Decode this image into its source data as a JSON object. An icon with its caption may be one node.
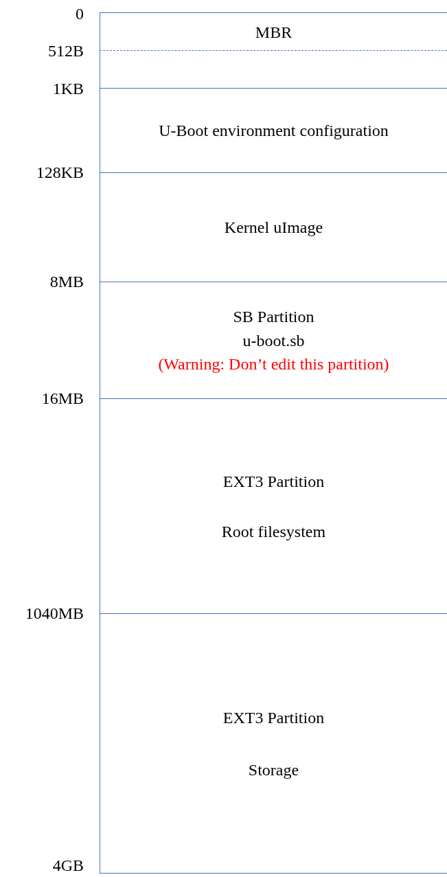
{
  "diagram": {
    "nodes": [
      {
        "text": [
          "MBR"
        ]
      },
      {
        "text": [
          "U-Boot environment configuration"
        ]
      },
      {
        "text": [
          "Kernel uImage"
        ]
      },
      {
        "text": [
          "SB Partition",
          "u-boot.sb",
          "(Warning: Don’t edit this partition)"
        ]
      },
      {
        "text": [
          "EXT3 Partition",
          "Root filesystem"
        ]
      },
      {
        "text": [
          "EXT3 Partition",
          "Storage"
        ]
      }
    ],
    "labels": [
      "0",
      "512B",
      "1KB",
      "128KB",
      "8MB",
      "16MB",
      "1040MB",
      "4GB"
    ]
  }
}
